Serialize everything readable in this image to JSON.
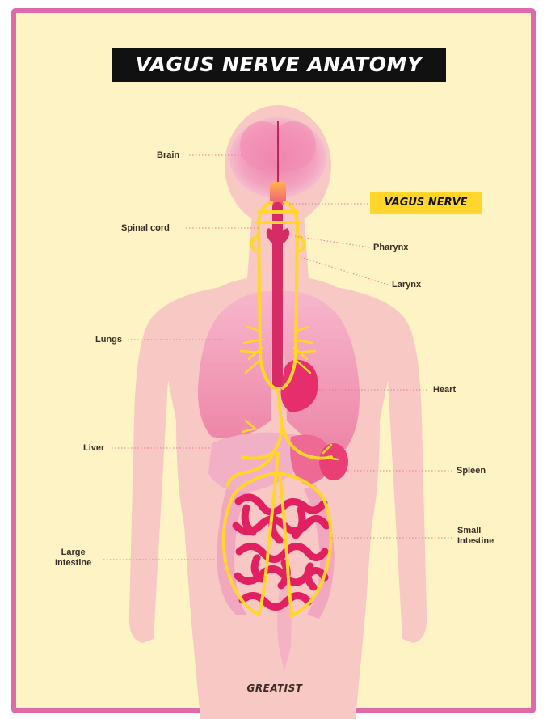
{
  "title": "VAGUS NERVE ANATOMY",
  "callout": "VAGUS NERVE",
  "labels": {
    "brain": "Brain",
    "spinal_cord": "Spinal cord",
    "pharynx": "Pharynx",
    "larynx": "Larynx",
    "lungs": "Lungs",
    "heart": "Heart",
    "liver": "Liver",
    "spleen": "Spleen",
    "small_intestine": [
      "Small",
      "Intestine"
    ],
    "large_intestine": [
      "Large",
      "Intestine"
    ]
  },
  "logo": "GREATIST",
  "colors": {
    "border": "#e06aa9",
    "background": "#fdf3c4",
    "nerve": "#ffd629",
    "organ": "#e62e6c",
    "body": "#f7c8c4"
  }
}
